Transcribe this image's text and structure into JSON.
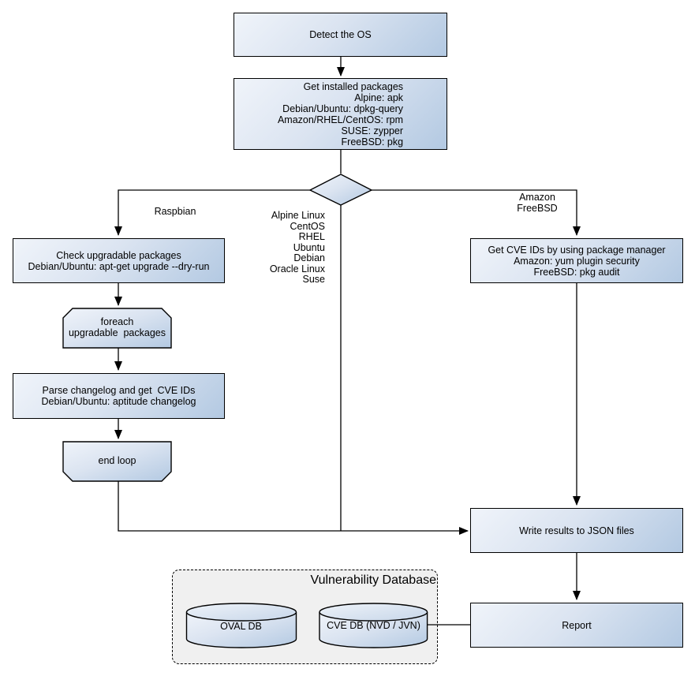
{
  "diagram": {
    "nodes": {
      "detect_os": {
        "label": "Detect the OS"
      },
      "get_packages": {
        "label": "Get installed packages\nAlpine: apk\nDebian/Ubuntu: dpkg-query\nAmazon/RHEL/CentOS: rpm\nSUSE: zypper\nFreeBSD: pkg"
      },
      "check_upgradable": {
        "label": "Check upgradable packages\nDebian/Ubuntu: apt-get upgrade --dry-run"
      },
      "foreach_loop": {
        "label": "foreach\nupgradable  packages"
      },
      "parse_changelog": {
        "label": "Parse changelog and get  CVE IDs\nDebian/Ubuntu: aptitude changelog"
      },
      "end_loop": {
        "label": "end loop"
      },
      "get_cve_ids": {
        "label": "Get CVE IDs by using package manager\nAmazon: yum plugin security\nFreeBSD: pkg audit"
      },
      "write_results": {
        "label": "Write results to JSON files"
      },
      "report": {
        "label": "Report"
      },
      "oval_db": {
        "label": "OVAL DB"
      },
      "cve_db": {
        "label": "CVE DB (NVD / JVN)"
      }
    },
    "containers": {
      "vulndb": {
        "title": "Vulnerability Database"
      }
    },
    "edge_labels": {
      "raspbian": "Raspbian",
      "os_list": "Alpine Linux\nCentOS\nRHEL\nUbuntu\nDebian\nOracle Linux\nSuse",
      "amazon_freebsd": "Amazon\nFreeBSD"
    },
    "colors": {
      "node_fill_light": "#f0f4fa",
      "node_fill_dark": "#b3c9e2",
      "node_border": "#000000",
      "container_fill": "#f0f0f0",
      "connector": "#000000",
      "background": "#ffffff"
    }
  }
}
